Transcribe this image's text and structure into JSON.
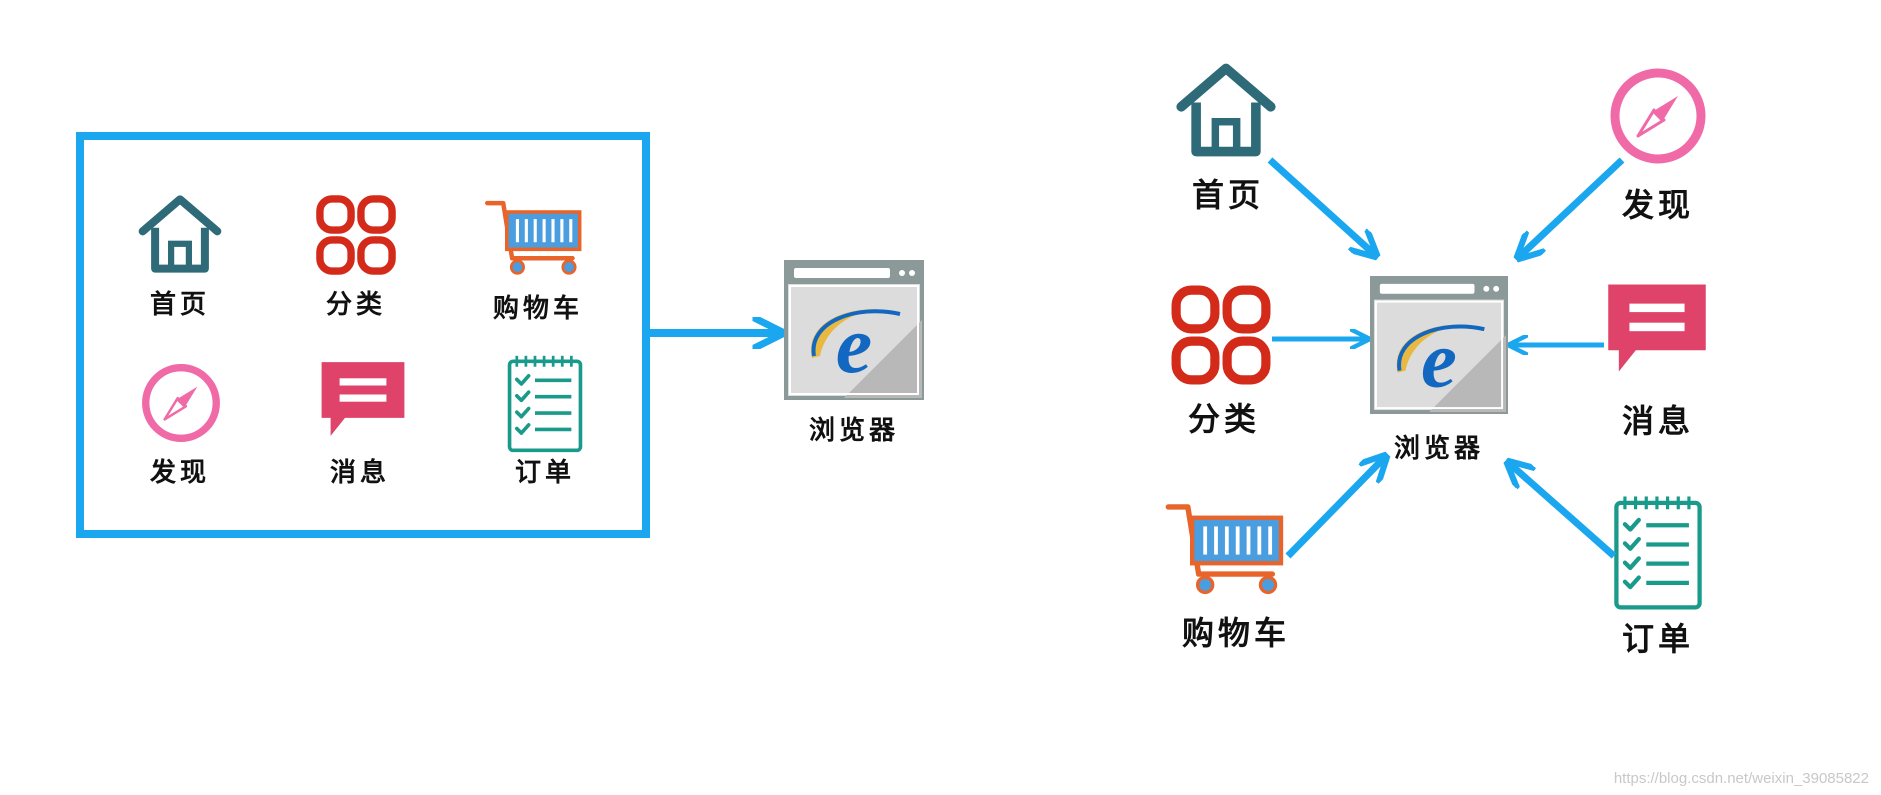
{
  "left_panel": {
    "items": [
      {
        "id": "home",
        "label": "首页",
        "icon": "house-icon"
      },
      {
        "id": "category",
        "label": "分类",
        "icon": "grid-icon"
      },
      {
        "id": "cart",
        "label": "购物车",
        "icon": "shopping-cart-icon"
      },
      {
        "id": "discover",
        "label": "发现",
        "icon": "compass-icon"
      },
      {
        "id": "message",
        "label": "消息",
        "icon": "message-bubble-icon"
      },
      {
        "id": "order",
        "label": "订单",
        "icon": "checklist-icon"
      }
    ],
    "browser_label": "浏览器"
  },
  "right_panel": {
    "items": [
      {
        "id": "home",
        "label": "首页",
        "icon": "house-icon"
      },
      {
        "id": "discover",
        "label": "发现",
        "icon": "compass-icon"
      },
      {
        "id": "category",
        "label": "分类",
        "icon": "grid-icon"
      },
      {
        "id": "message",
        "label": "消息",
        "icon": "message-bubble-icon"
      },
      {
        "id": "cart",
        "label": "购物车",
        "icon": "shopping-cart-icon"
      },
      {
        "id": "order",
        "label": "订单",
        "icon": "checklist-icon"
      }
    ],
    "browser_label": "浏览器"
  },
  "colors": {
    "frame_blue": "#1aa7f0",
    "house": "#2e6a78",
    "grid_red": "#d42a1a",
    "compass_pink": "#f06aa8",
    "message_red": "#e0436a",
    "checklist_teal": "#1a9a8a",
    "cart_blue": "#4a9ee0",
    "cart_orange": "#e8642a",
    "ie_blue": "#1268c0"
  },
  "watermark": "https://blog.csdn.net/weixin_39085822"
}
